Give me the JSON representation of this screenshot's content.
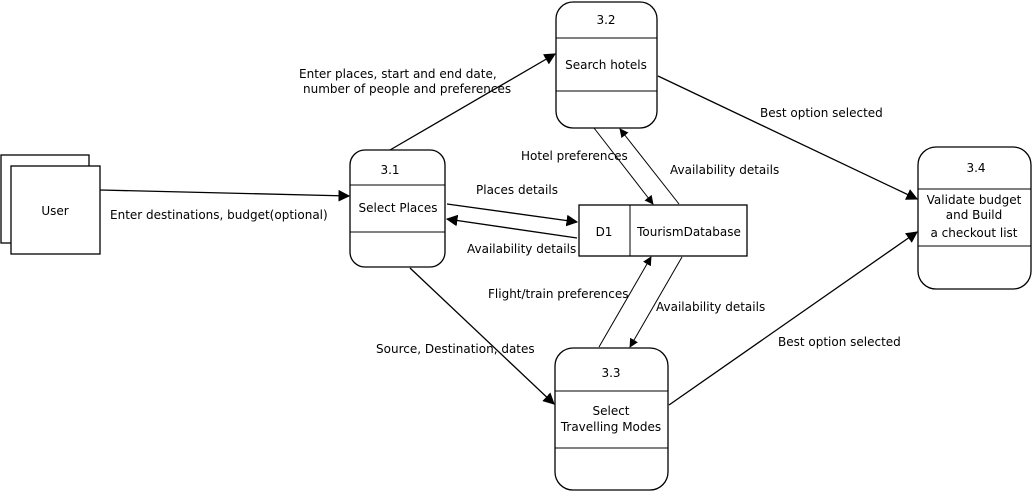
{
  "external_entity": {
    "label": "User"
  },
  "processes": {
    "p31": {
      "id": "3.1",
      "label": "Select Places"
    },
    "p32": {
      "id": "3.2",
      "label": "Search hotels"
    },
    "p33": {
      "id": "3.3",
      "label_line1": "Select",
      "label_line2": "Travelling Modes"
    },
    "p34": {
      "id": "3.4",
      "label_line1": "Validate budget",
      "label_line2": "and Build",
      "label_line3": "a checkout list"
    }
  },
  "data_store": {
    "id": "D1",
    "label": "TourismDatabase"
  },
  "flows": {
    "user_to_31": "Enter destinations, budget(optional)",
    "p31_to_32_line1": "Enter places, start and end date,",
    "p31_to_32_line2": "number of people and preferences",
    "p31_to_store": "Places details",
    "store_to_31": "Availability details",
    "p32_to_store": "Hotel preferences",
    "store_to_32": "Availability details",
    "p33_to_store": "Flight/train  preferences",
    "store_to_33": "Availability details",
    "p31_to_33": "Source, Destination, dates",
    "p32_to_34": "Best option selected",
    "p33_to_34": "Best option selected"
  }
}
